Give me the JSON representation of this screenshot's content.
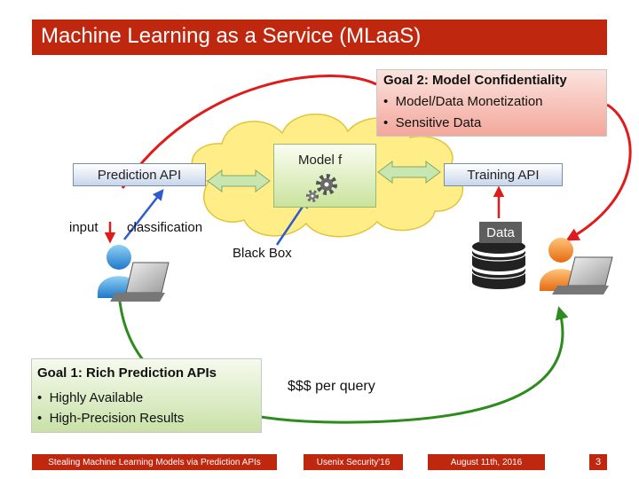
{
  "title": "Machine Learning as a Service (MLaaS)",
  "goal2": {
    "title": "Goal 2: Model Confidentiality",
    "bullets": [
      "Model/Data Monetization",
      "Sensitive Data"
    ]
  },
  "goal1": {
    "title": "Goal 1: Rich Prediction APIs",
    "bullets": [
      "Highly Available",
      "High-Precision Results"
    ]
  },
  "prediction_api": "Prediction API",
  "training_api": "Training API",
  "model": "Model f",
  "input": "input",
  "classification": "classification",
  "black_box": "Black Box",
  "data": "Data",
  "payment": "$$$ per query",
  "footer": {
    "left": "Stealing Machine Learning Models via Prediction APIs",
    "center": "Usenix Security'16",
    "date": "August 11th, 2016",
    "page": "3"
  },
  "colors": {
    "accent": "#c0270f",
    "goal2_arc": "#e01b1b",
    "goal1_arc": "#2e8b1e",
    "cloud": "#ffee88",
    "api_arrow": "#c8e6b0",
    "input_arrow": "#e01b1b",
    "classification_arrow": "#2f5bd1"
  },
  "icons": [
    "gear-icon",
    "user-laptop-icon",
    "database-icon",
    "cloud-icon"
  ]
}
